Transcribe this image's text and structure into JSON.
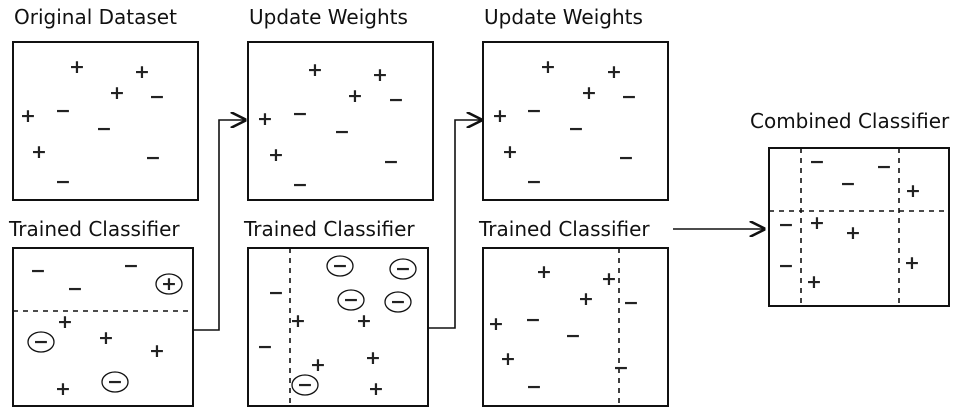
{
  "titles": {
    "original": "Original Dataset",
    "update1": "Update Weights",
    "update2": "Update Weights",
    "trained1": "Trained Classifier",
    "trained2": "Trained Classifier",
    "trained3": "Trained Classifier",
    "combined": "Combined Classifier"
  },
  "symbols": {
    "plus": "+",
    "minus": "−"
  }
}
